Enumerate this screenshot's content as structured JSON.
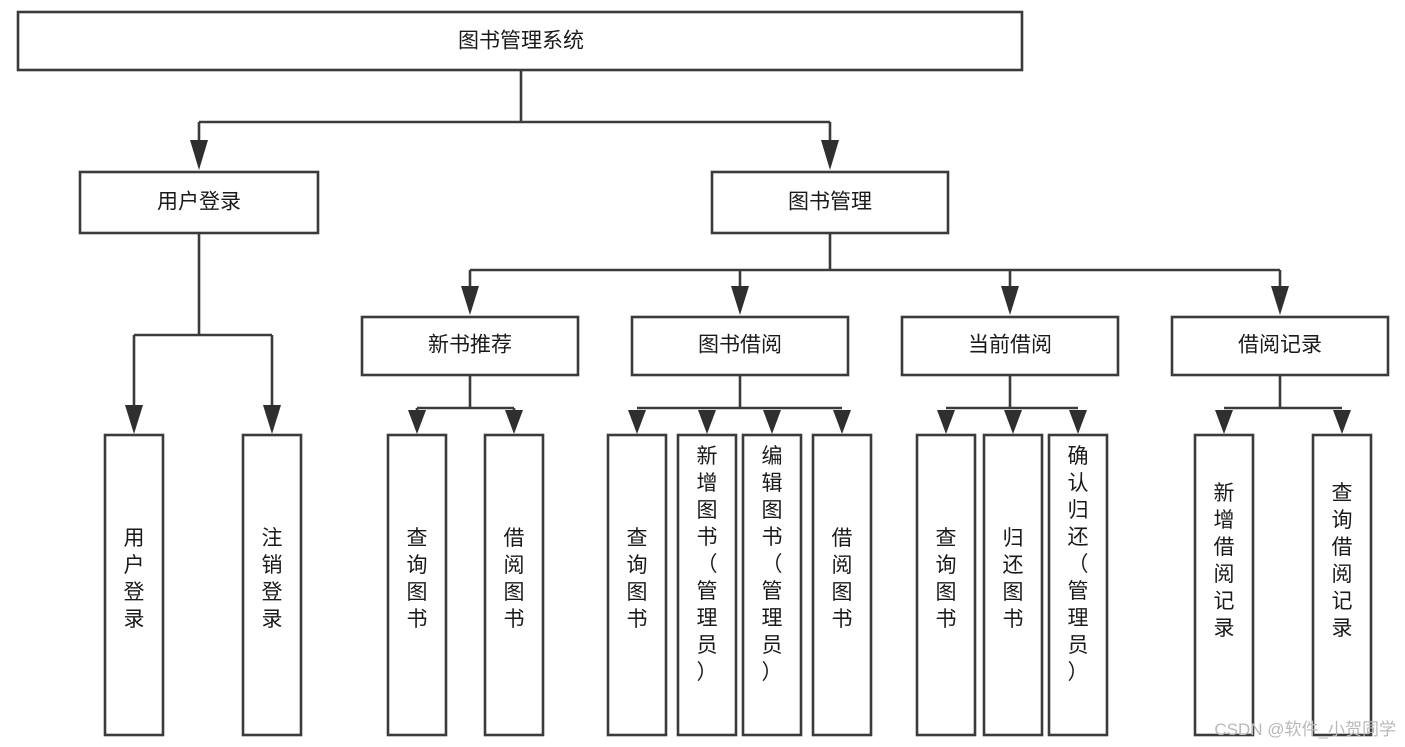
{
  "diagram": {
    "title": "图书管理系统",
    "root": {
      "id": "root",
      "label": "图书管理系统",
      "orientation": "horizontal"
    },
    "level2": [
      {
        "id": "user-login",
        "label": "用户登录",
        "orientation": "horizontal"
      },
      {
        "id": "book-management",
        "label": "图书管理",
        "orientation": "horizontal"
      }
    ],
    "level3": [
      {
        "id": "new-book-recommend",
        "label": "新书推荐",
        "orientation": "horizontal",
        "parent": "book-management"
      },
      {
        "id": "book-borrow",
        "label": "图书借阅",
        "orientation": "horizontal",
        "parent": "book-management"
      },
      {
        "id": "current-borrow",
        "label": "当前借阅",
        "orientation": "horizontal",
        "parent": "book-management"
      },
      {
        "id": "borrow-record",
        "label": "借阅记录",
        "orientation": "horizontal",
        "parent": "book-management"
      }
    ],
    "leaves": [
      {
        "id": "leaf-user-login",
        "label": "用户登录",
        "orientation": "vertical",
        "parent": "user-login"
      },
      {
        "id": "leaf-logout-login",
        "label": "注销登录",
        "orientation": "vertical",
        "parent": "user-login"
      },
      {
        "id": "leaf-query-book-1",
        "label": "查询图书",
        "orientation": "vertical",
        "parent": "new-book-recommend"
      },
      {
        "id": "leaf-borrow-book-1",
        "label": "借阅图书",
        "orientation": "vertical",
        "parent": "new-book-recommend"
      },
      {
        "id": "leaf-query-book-2",
        "label": "查询图书",
        "orientation": "vertical",
        "parent": "book-borrow"
      },
      {
        "id": "leaf-add-book-admin",
        "label": "新增图书（管理员）",
        "orientation": "vertical",
        "parent": "book-borrow"
      },
      {
        "id": "leaf-edit-book-admin",
        "label": "编辑图书（管理员）",
        "orientation": "vertical",
        "parent": "book-borrow"
      },
      {
        "id": "leaf-borrow-book-2",
        "label": "借阅图书",
        "orientation": "vertical",
        "parent": "book-borrow"
      },
      {
        "id": "leaf-query-book-3",
        "label": "查询图书",
        "orientation": "vertical",
        "parent": "current-borrow"
      },
      {
        "id": "leaf-return-book",
        "label": "归还图书",
        "orientation": "vertical",
        "parent": "current-borrow"
      },
      {
        "id": "leaf-confirm-return-admin",
        "label": "确认归还（管理员）",
        "orientation": "vertical",
        "parent": "current-borrow"
      },
      {
        "id": "leaf-add-borrow-record",
        "label": "新增借阅记录",
        "orientation": "vertical",
        "parent": "borrow-record"
      },
      {
        "id": "leaf-query-borrow-record",
        "label": "查询借阅记录",
        "orientation": "vertical",
        "parent": "borrow-record"
      }
    ],
    "watermark": "CSDN @软件_小贺同学",
    "colors": {
      "box_stroke": "#3b3b3b",
      "box_fill": "#ffffff",
      "text": "#1a1a1a",
      "connector": "#3b3b3b",
      "watermark": "#b9b9b9",
      "background": "#ffffff"
    }
  }
}
